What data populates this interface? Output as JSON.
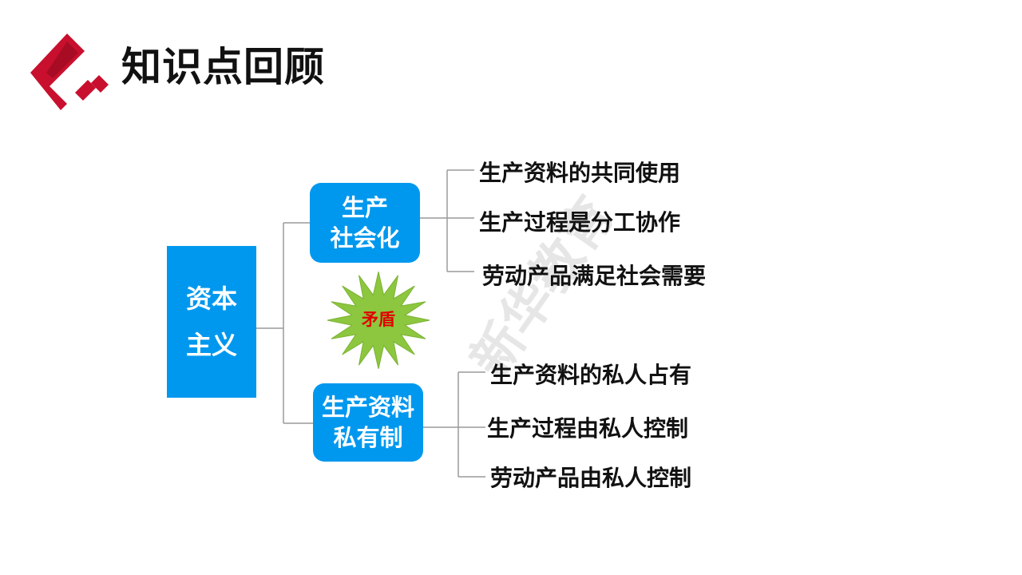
{
  "header": {
    "title": "知识点回顾"
  },
  "colors": {
    "accent_red": "#c8102e",
    "box_blue": "#0098ee",
    "star_green": "#8dc63f",
    "contradiction_red": "#e00000",
    "line_gray": "#9a9a9a"
  },
  "diagram": {
    "root": {
      "label": "资本\n主义"
    },
    "branches": [
      {
        "label": "生产\n社会化",
        "leaves": [
          "生产资料的共同使用",
          "生产过程是分工协作",
          "劳动产品满足社会需要"
        ]
      },
      {
        "label": "生产资料\n私有制",
        "leaves": [
          "生产资料的私人占有",
          "生产过程由私人控制",
          "劳动产品由私人控制"
        ]
      }
    ],
    "conflict": {
      "label": "矛盾"
    }
  },
  "watermark": {
    "text": "新华教育"
  }
}
